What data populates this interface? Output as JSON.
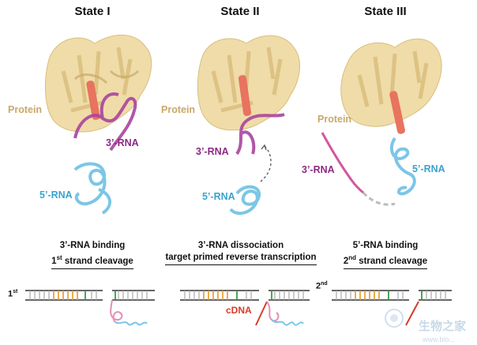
{
  "states": [
    {
      "title": "State I",
      "protein_label": "Protein",
      "rna3_label": "3’-RNA",
      "rna5_label": "5’-RNA",
      "caption_line1": "3’-RNA binding",
      "caption_line2_main": "1",
      "caption_line2_sup": "st",
      "caption_line2_rest": " strand cleavage"
    },
    {
      "title": "State II",
      "protein_label": "Protein",
      "rna3_label": "3’-RNA",
      "rna5_label": "5’-RNA",
      "caption_line1": "3’-RNA dissociation",
      "caption_line2": "target primed reverse transcription"
    },
    {
      "title": "State III",
      "protein_label": "Protein",
      "rna3_label": "3’-RNA",
      "rna5_label": "5’-RNA",
      "caption_line1": "5’-RNA binding",
      "caption_line2_main": "2",
      "caption_line2_sup": "nd",
      "caption_line2_rest": " strand cleavage"
    }
  ],
  "step_labels": {
    "first_main": "1",
    "first_sup": "st",
    "second_main": "2",
    "second_sup": "nd"
  },
  "cdna_label": "cDNA",
  "watermark": {
    "text": "生物之家",
    "url": "www.bio..."
  },
  "colors": {
    "protein": "#e8d49a",
    "protein_dark": "#c9a86a",
    "rna3": "#a8449e",
    "rna5": "#7cc6e6",
    "helix": "#e8735f",
    "orange_tick": "#e39a2c",
    "green_tick": "#3a9a4a",
    "pink_tail": "#e58fb5",
    "cdna": "#d63b2a"
  }
}
